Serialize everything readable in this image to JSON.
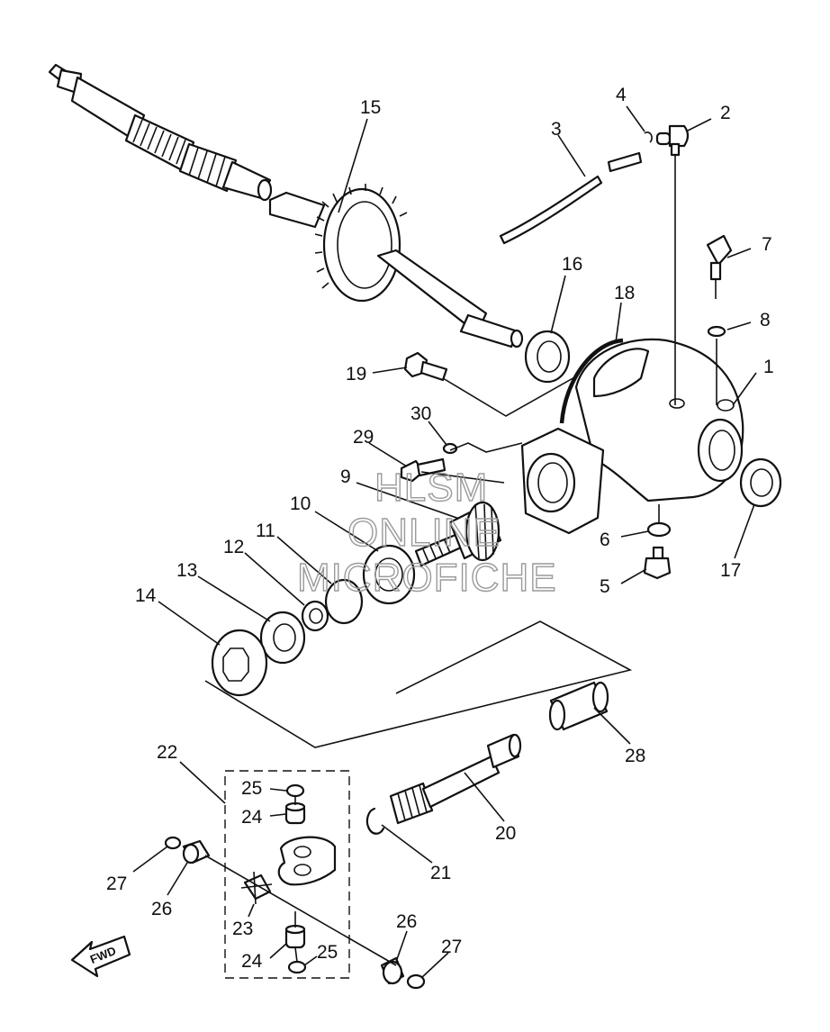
{
  "watermark": {
    "line1": "HLSM",
    "line2": "ONLINE",
    "line3": "MICROFICHE"
  },
  "direction_label": "FWD",
  "callouts": {
    "c1": "1",
    "c2": "2",
    "c3": "3",
    "c4": "4",
    "c5": "5",
    "c6": "6",
    "c7": "7",
    "c8": "8",
    "c9": "9",
    "c10": "10",
    "c11": "11",
    "c12": "12",
    "c13": "13",
    "c14": "14",
    "c15": "15",
    "c16": "16",
    "c17": "17",
    "c18": "18",
    "c19": "19",
    "c20": "20",
    "c21": "21",
    "c22": "22",
    "c23": "23",
    "c24a": "24",
    "c24b": "24",
    "c25a": "25",
    "c25b": "25",
    "c26a": "26",
    "c26b": "26",
    "c27a": "27",
    "c27b": "27",
    "c28": "28",
    "c29": "29",
    "c30": "30"
  }
}
